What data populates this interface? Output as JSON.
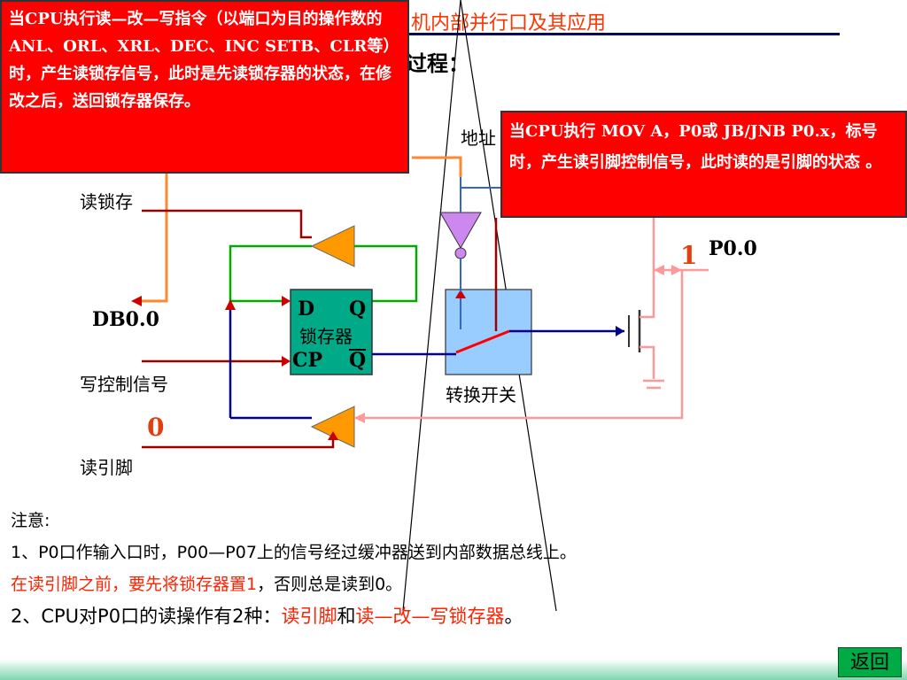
{
  "header": {
    "title": "单片机内部并行口及其应用",
    "subtitle": "过程："
  },
  "callouts": {
    "left": "当CPU执行读—改—写指令（以端口为目的操作数的ANL、ORL、XRL、DEC、INC SETB、CLR等）时，产生读锁存信号，此时是先读锁存器的状态，在修改之后，送回锁存器保存。",
    "right": "当CPU执行 MOV A，P0或 JB/JNB P0.x，标号 时，产生读引脚控制信号，此时读的是引脚的状态 。"
  },
  "labels": {
    "address": "地址",
    "read_latch": "读锁存",
    "db": "DB0.0",
    "write_ctrl": "写控制信号",
    "read_pin": "读引脚",
    "switch": "转换开关",
    "port": "P0.0",
    "value_one": "1",
    "value_zero": "0",
    "latch_d": "D",
    "latch_q": "Q",
    "latch_name": "锁存器",
    "latch_cp": "CP",
    "latch_qbar": "Q"
  },
  "notes": {
    "heading": "注意:",
    "line1": " 1、P0口作输入口时，P00—P07上的信号经过缓冲器送到内部数据总线上。",
    "line2_red": "在读引脚之前，要先将锁存器置1",
    "line2_black": "，否则总是读到0。",
    "line3_a": "2、CPU对P0口的读操作有2种：",
    "line3_red1": "读引脚",
    "line3_b": "和",
    "line3_red2": "读—改—写锁存器",
    "line3_c": "。"
  },
  "nav": {
    "back": "返回"
  },
  "colors": {
    "callout_bg": "#ff0000",
    "latch_fill": "#00aa88",
    "switch_fill": "#99ccff",
    "buffer_fill": "#ff9900",
    "accent_red": "#ff2200"
  }
}
